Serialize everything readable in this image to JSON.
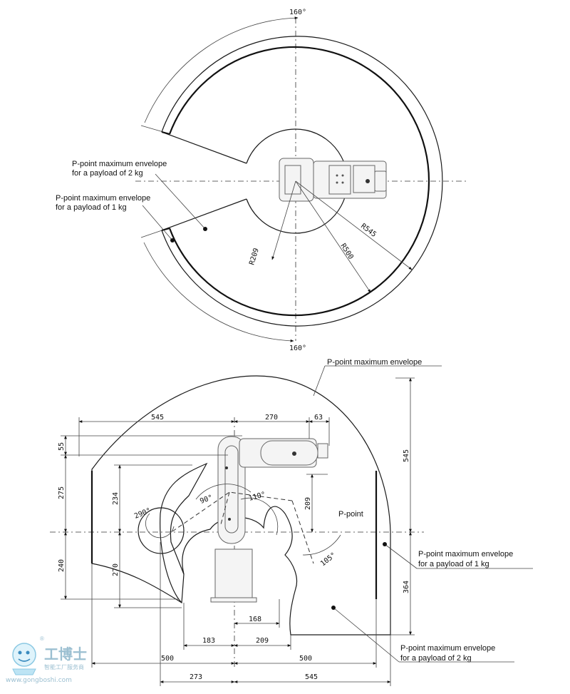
{
  "top_view": {
    "angle_top": "160°",
    "angle_bottom": "160°",
    "label_2kg": [
      "P-point maximum envelope",
      "for a payload of 2 kg"
    ],
    "label_1kg": [
      "P-point maximum envelope",
      "for a payload of 1 kg"
    ],
    "r_inner": "R209",
    "r_mid": "R500",
    "r_outer": "R545"
  },
  "side_view": {
    "label_envelope": "P-point maximum envelope",
    "label_1kg": [
      "P-point maximum envelope",
      "for a payload of 1 kg"
    ],
    "label_2kg": [
      "P-point maximum envelope",
      "for a payload of 2 kg"
    ],
    "p_point": "P-point",
    "dims": {
      "d545_top": "545",
      "d270": "270",
      "d63": "63",
      "d55": "55",
      "d275": "275",
      "d234": "234",
      "d240": "240",
      "d270_left": "270",
      "d209_v": "209",
      "d545_right": "545",
      "d364": "364",
      "d168": "168",
      "d183": "183",
      "d209_h": "209",
      "d500_l": "500",
      "d500_r": "500",
      "d273": "273",
      "d545_bottom": "545"
    },
    "angles": {
      "a290": "290°",
      "a90": "90°",
      "a110": "110°",
      "a105": "105°"
    }
  },
  "logo": {
    "brand": "工博士",
    "sub": "智能工厂服务商",
    "url": "www.gongboshi.com",
    "reg": "®"
  }
}
